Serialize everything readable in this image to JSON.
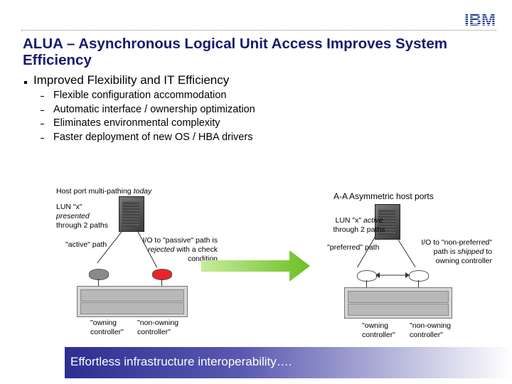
{
  "logo": "IBM",
  "title": "ALUA – Asynchronous Logical Unit Access Improves System Efficiency",
  "bullet": "Improved Flexibility and IT Efficiency",
  "sub_bullets": [
    "Flexible configuration accommodation",
    "Automatic interface / ownership optimization",
    "Eliminates environmental complexity",
    "Faster deployment of new OS / HBA drivers"
  ],
  "left": {
    "heading": "Host port multi-pathing",
    "heading_em": "today",
    "lun_line1": "LUN \"x\"",
    "lun_line2": "presented",
    "lun_line3": "through 2 paths",
    "active_path": "\"active\" path",
    "passive_1": "I/O to \"passive\" path is",
    "passive_2a": "rejected",
    "passive_2b": " with a check",
    "passive_3": "condition",
    "owning": "\"owning controller\"",
    "non_owning": "\"non-owning controller\""
  },
  "right": {
    "heading": "A-A Asymmetric host ports",
    "lun_line1a": "LUN \"x\" ",
    "lun_line1b": "active",
    "lun_line2": "through 2 paths",
    "preferred_path": "\"preferred\" path",
    "np_1": "I/O to \"non-preferred\"",
    "np_2a": "path is ",
    "np_2b": "shipped",
    "np_2c": " to",
    "np_3": "owning controller",
    "owning": "\"owning controller\"",
    "non_owning": "\"non-owning controller\""
  },
  "banner": "Effortless infrastructure interoperability….",
  "colors": {
    "title": "#1a1a6e",
    "hba_gray": "#8a8a8a",
    "hba_red": "#e8232b",
    "arrow": "#7ec832",
    "banner": "#2e2e93"
  }
}
